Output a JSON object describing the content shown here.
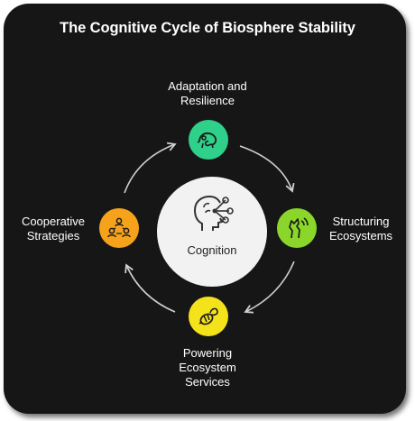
{
  "title": "The Cognitive Cycle of Biosphere Stability",
  "center": {
    "label": "Cognition",
    "icon": "head-network-icon"
  },
  "nodes": [
    {
      "id": "adaptation",
      "label_lines": [
        "Adaptation and",
        "Resilience"
      ],
      "color": "#2fd08a",
      "icon": "chameleon-icon"
    },
    {
      "id": "structuring",
      "label_lines": [
        "Structuring",
        "Ecosystems"
      ],
      "color": "#8ad62a",
      "icon": "howling-wolf-icon"
    },
    {
      "id": "powering",
      "label_lines": [
        "Powering",
        "Ecosystem",
        "Services"
      ],
      "color": "#f4e21a",
      "icon": "bee-icon"
    },
    {
      "id": "cooperative",
      "label_lines": [
        "Cooperative",
        "Strategies"
      ],
      "color": "#f6a21a",
      "icon": "people-network-icon"
    }
  ]
}
